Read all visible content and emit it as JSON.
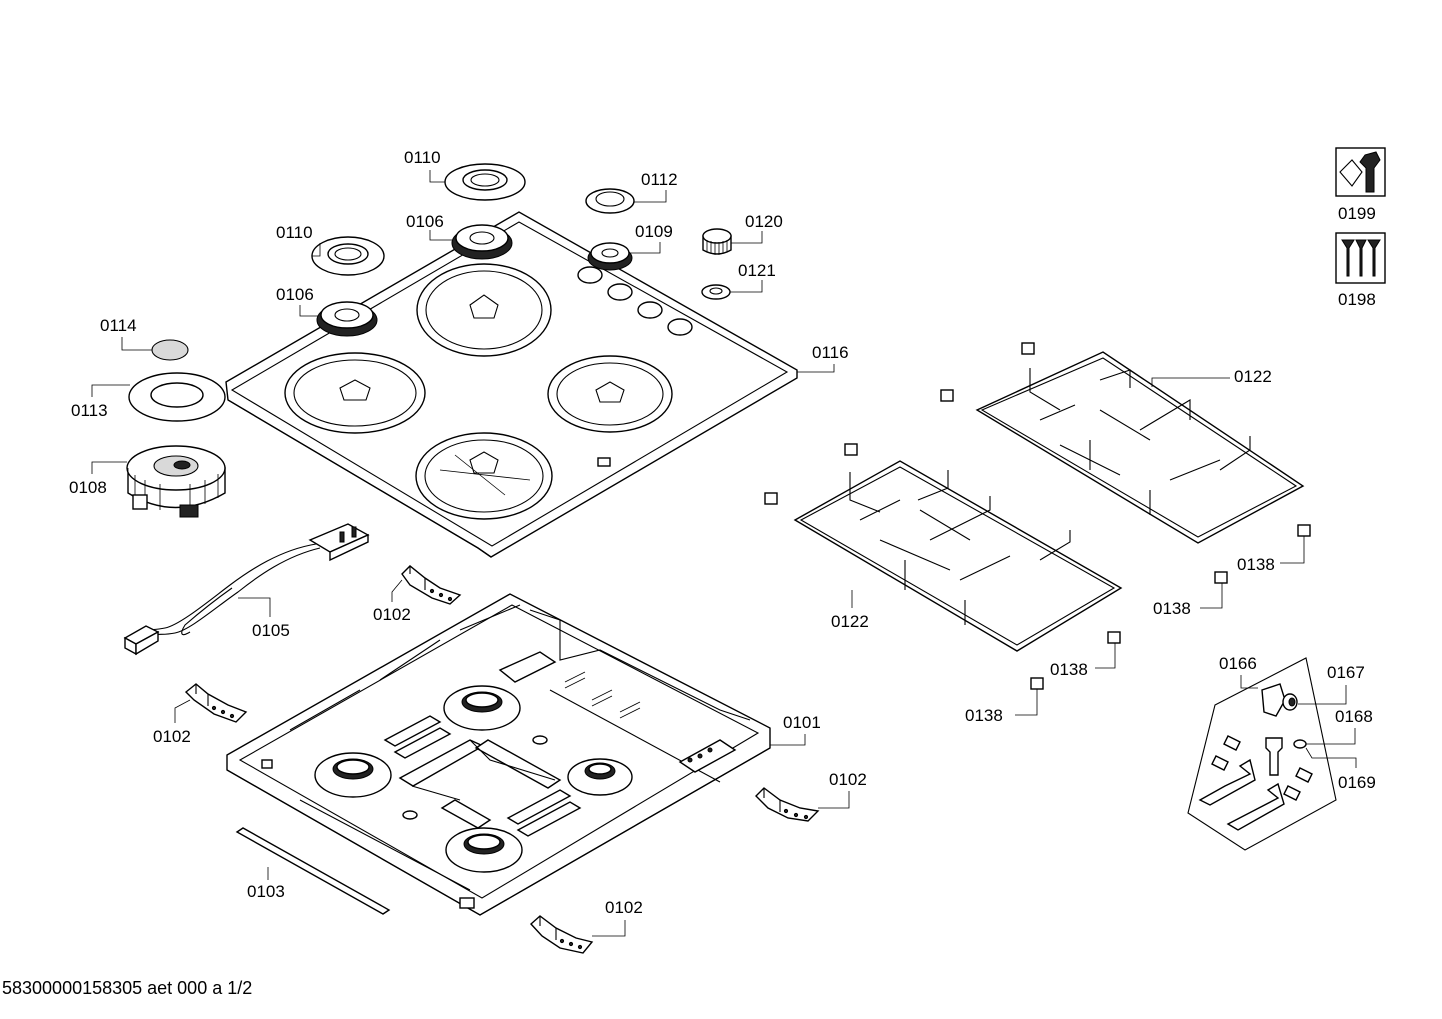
{
  "diagram": {
    "labels": {
      "l0110a": "0110",
      "l0112": "0112",
      "l0110b": "0110",
      "l0106a": "0106",
      "l0109": "0109",
      "l0120": "0120",
      "l0121": "0121",
      "l0106b": "0106",
      "l0114": "0114",
      "l0113": "0113",
      "l0116": "0116",
      "l0108": "0108",
      "l0105": "0105",
      "l0102a": "0102",
      "l0102b": "0102",
      "l0101": "0101",
      "l0102c": "0102",
      "l0103": "0103",
      "l0102d": "0102",
      "l0122a": "0122",
      "l0122b": "0122",
      "l0138a": "0138",
      "l0138b": "0138",
      "l0138c": "0138",
      "l0138d": "0138",
      "l0166": "0166",
      "l0167": "0167",
      "l0168": "0168",
      "l0169": "0169",
      "l0199": "0199",
      "l0198": "0198"
    },
    "icons": [
      "wrench-tool-icon",
      "screws-icon"
    ]
  },
  "footer": {
    "document_id": "58300000158305 aet 000 a 1/2"
  }
}
